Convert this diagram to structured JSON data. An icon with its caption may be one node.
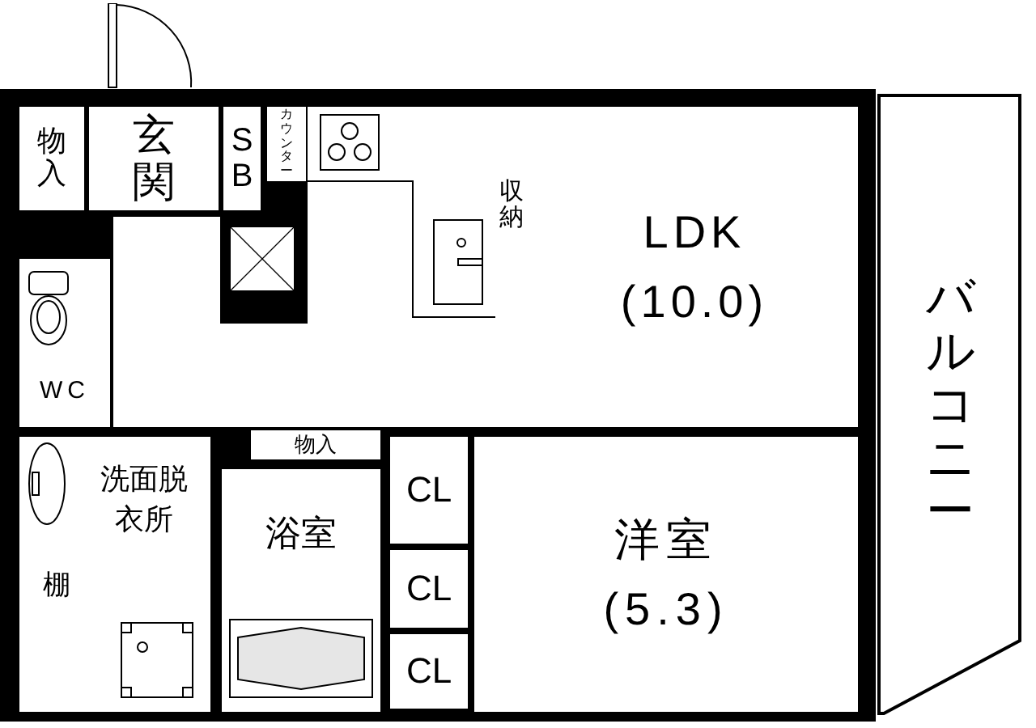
{
  "diagram": {
    "nodes": [
      {
        "text": [
          "物入"
        ]
      },
      {
        "text": [
          "玄関"
        ]
      },
      {
        "text": [
          "SB"
        ]
      },
      {
        "text": [
          "カウンター"
        ]
      },
      {
        "text": [
          "LDK",
          "(10.0)"
        ]
      },
      {
        "text": [
          "収納"
        ]
      },
      {
        "text": [
          "WC"
        ]
      },
      {
        "text": [
          "物入"
        ]
      },
      {
        "text": [
          "洗面脱衣所"
        ]
      },
      {
        "text": [
          "棚"
        ],
        "in": 8
      },
      {
        "text": [
          "浴室"
        ]
      },
      {
        "text": [
          "CL"
        ]
      },
      {
        "text": [
          "CL"
        ]
      },
      {
        "text": [
          "CL"
        ]
      },
      {
        "text": [
          "洋室",
          "(5.3)"
        ]
      },
      {
        "text": [
          "バルコニー"
        ]
      }
    ]
  }
}
